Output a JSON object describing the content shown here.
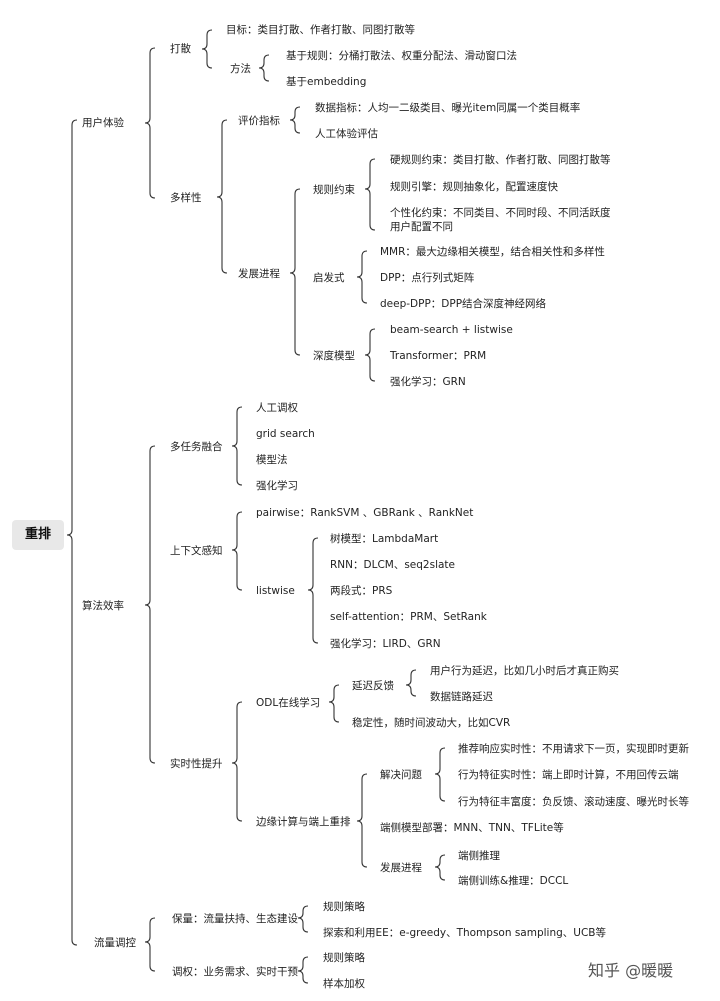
{
  "root": "重排",
  "nodes": {
    "user_exp": "用户体验",
    "scatter": "打散",
    "scatter_goal": "目标：类目打散、作者打散、同图打散等",
    "scatter_method": "方法",
    "method_rule": "基于规则：分桶打散法、权重分配法、滑动窗口法",
    "method_emb": "基于embedding",
    "diversity": "多样性",
    "eval": "评价指标",
    "eval_data": "数据指标：人均一二级类目、曝光item同属一个类目概率",
    "eval_human": "人工体验评估",
    "dev": "发展进程",
    "rule_constraint": "规则约束",
    "hard_rule": "硬规则约束：类目打散、作者打散、同图打散等",
    "rule_engine": "规则引擎：规则抽象化，配置速度快",
    "personal_1": "个性化约束：不同类目、不同时段、不同活跃度",
    "personal_2": "用户配置不同",
    "heuristic": "启发式",
    "mmr": "MMR：最大边缘相关模型，结合相关性和多样性",
    "dpp": "DPP：点行列式矩阵",
    "deep_dpp": "deep-DPP：DPP结合深度神经网络",
    "deep_model": "深度模型",
    "beam": "beam-search + listwise",
    "transformer": "Transformer：PRM",
    "rl_grn": "强化学习：GRN",
    "algo": "算法效率",
    "mtl": "多任务融合",
    "manual": "人工调权",
    "grid": "grid search",
    "model_method": "模型法",
    "rl": "强化学习",
    "context": "上下文感知",
    "pairwise": "pairwise：RankSVM 、GBRank 、RankNet",
    "listwise": "listwise",
    "tree": "树模型：LambdaMart",
    "rnn": "RNN：DLCM、seq2slate",
    "two_stage": "两段式：PRS",
    "self_att": "self-attention：PRM、SetRank",
    "rl_lird": "强化学习：LIRD、GRN",
    "realtime": "实时性提升",
    "odl": "ODL在线学习",
    "delay": "延迟反馈",
    "delay_1": "用户行为延迟，比如几小时后才真正购买",
    "delay_2": "数据链路延迟",
    "stability": "稳定性，随时间波动大，比如CVR",
    "edge": "边缘计算与端上重排",
    "solve": "解决问题",
    "solve_1": "推荐响应实时性：不用请求下一页，实现即时更新",
    "solve_2": "行为特征实时性：端上即时计算，不用回传云端",
    "solve_3": "行为特征丰富度：负反馈、滚动速度、曝光时长等",
    "deploy": "端侧模型部署：MNN、TNN、TFLite等",
    "edge_dev": "发展进程",
    "edge_infer": "端侧推理",
    "edge_train": "端侧训练&推理：DCCL",
    "traffic": "流量调控",
    "guarantee": "保量：流量扶持、生态建设",
    "g_rule": "规则策略",
    "g_ee": "探索和利用EE：e-greedy、Thompson sampling、UCB等",
    "adjust": "调权：业务需求、实时干预",
    "a_rule": "规则策略",
    "a_weight": "样本加权"
  },
  "watermark": "知乎 @暖暖"
}
